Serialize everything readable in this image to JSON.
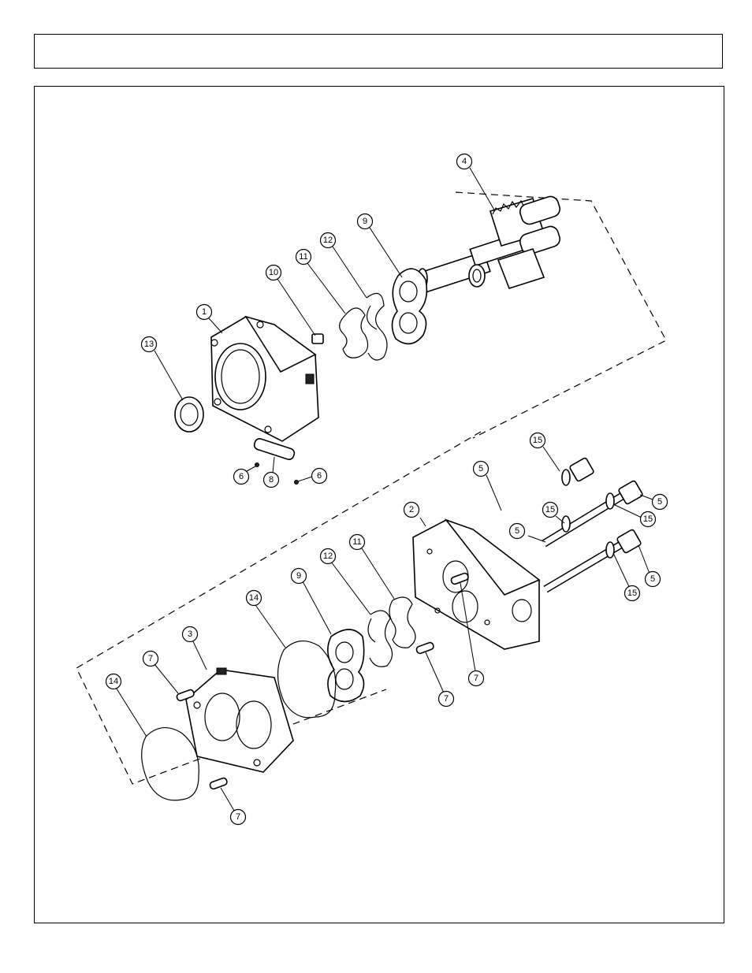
{
  "header": {
    "title": ""
  },
  "callouts": [
    {
      "id": "c4a",
      "label": "4"
    },
    {
      "id": "c9a",
      "label": "9"
    },
    {
      "id": "c12a",
      "label": "12"
    },
    {
      "id": "c11a",
      "label": "11"
    },
    {
      "id": "c10",
      "label": "10"
    },
    {
      "id": "c1",
      "label": "1"
    },
    {
      "id": "c13",
      "label": "13"
    },
    {
      "id": "c6a",
      "label": "6"
    },
    {
      "id": "c8",
      "label": "8"
    },
    {
      "id": "c6b",
      "label": "6"
    },
    {
      "id": "c15a",
      "label": "15"
    },
    {
      "id": "c5a",
      "label": "5"
    },
    {
      "id": "c5b",
      "label": "5"
    },
    {
      "id": "c15b",
      "label": "15"
    },
    {
      "id": "c15c",
      "label": "15"
    },
    {
      "id": "c2",
      "label": "2"
    },
    {
      "id": "c5c",
      "label": "5"
    },
    {
      "id": "c5d",
      "label": "5"
    },
    {
      "id": "c15d",
      "label": "15"
    },
    {
      "id": "c11b",
      "label": "11"
    },
    {
      "id": "c12b",
      "label": "12"
    },
    {
      "id": "c9b",
      "label": "9"
    },
    {
      "id": "c14a",
      "label": "14"
    },
    {
      "id": "c3",
      "label": "3"
    },
    {
      "id": "c7a",
      "label": "7"
    },
    {
      "id": "c14b",
      "label": "14"
    },
    {
      "id": "c7b",
      "label": "7"
    },
    {
      "id": "c7c",
      "label": "7"
    },
    {
      "id": "c7d",
      "label": "7"
    }
  ]
}
